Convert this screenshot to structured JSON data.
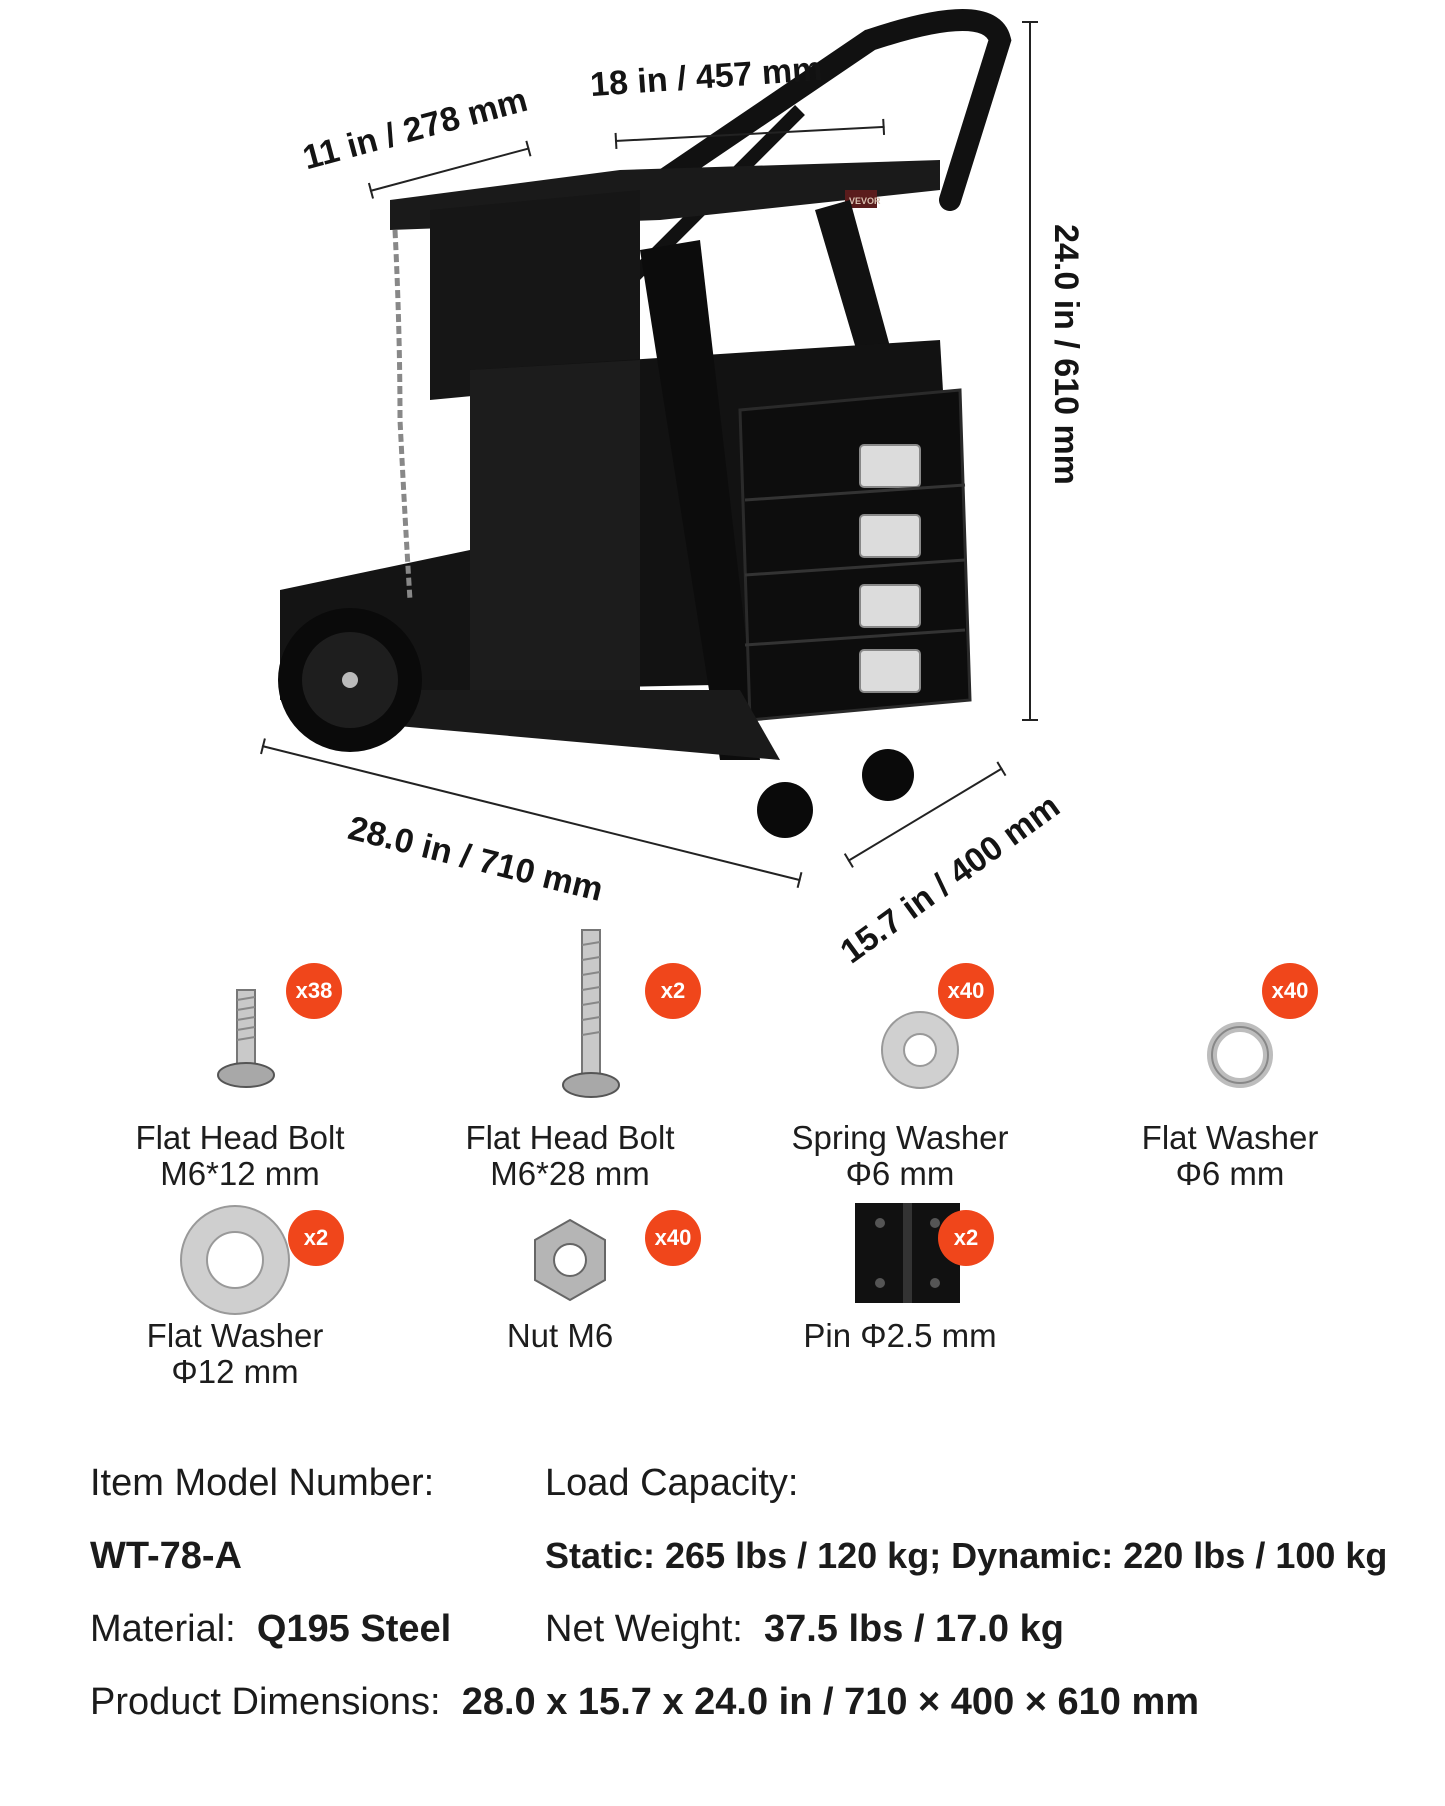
{
  "dimensions": {
    "top_depth": "11 in / 278 mm",
    "top_width": "18 in / 457 mm",
    "height": "24.0 in / 610 mm",
    "length": "28.0 in / 710 mm",
    "depth": "15.7 in / 400 mm"
  },
  "brand_mark": "VEVOR",
  "parts": [
    {
      "name": "Flat Head Bolt",
      "spec": "M6*12 mm",
      "qty": "x38"
    },
    {
      "name": "Flat Head Bolt",
      "spec": "M6*28 mm",
      "qty": "x2"
    },
    {
      "name": "Spring Washer",
      "spec": "Φ6 mm",
      "qty": "x40"
    },
    {
      "name": "Flat Washer",
      "spec": "Φ6 mm",
      "qty": "x40"
    },
    {
      "name": "Flat Washer",
      "spec": "Φ12 mm",
      "qty": "x2"
    },
    {
      "name": "Nut M6",
      "spec": "",
      "qty": "x40"
    },
    {
      "name": "Pin Φ2.5 mm",
      "spec": "",
      "qty": "x2"
    }
  ],
  "specs": {
    "model_label": "Item Model Number:",
    "model_value": "WT-78-A",
    "load_label": "Load Capacity:",
    "load_value": "Static: 265 lbs / 120 kg; Dynamic: 220 lbs / 100 kg",
    "material_label": "Material:",
    "material_value": "Q195 Steel",
    "weight_label": "Net Weight:",
    "weight_value": "37.5 lbs / 17.0 kg",
    "dims_label": "Product Dimensions:",
    "dims_value": "28.0 x 15.7 x 24.0 in / 710 × 400 × 610 mm"
  }
}
